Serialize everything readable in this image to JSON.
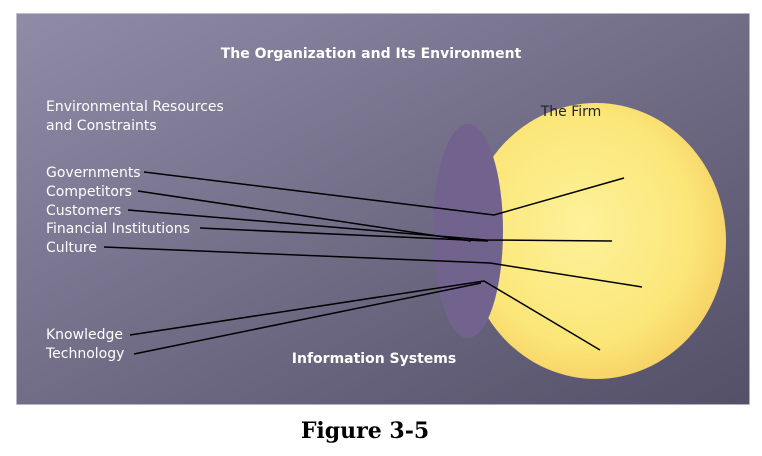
{
  "diagram": {
    "title": "The Organization and Its Environment",
    "env_heading": [
      "Environmental Resources",
      "and Constraints"
    ],
    "firm_label": "The Firm",
    "is_label": "Information Systems",
    "factors": [
      "Governments",
      "Competitors",
      "Customers",
      "Financial Institutions",
      "Culture"
    ],
    "inputs": [
      "Knowledge",
      "Technology"
    ]
  },
  "caption": "Figure 3-5",
  "colors": {
    "panel_light": "#8f8aa6",
    "panel_dark": "#56526a",
    "firm": "#fbeb7e",
    "firm_edge": "#f6cc5c",
    "is_disc": "#72628e",
    "text": "#ffffff",
    "lines": "#000000"
  }
}
